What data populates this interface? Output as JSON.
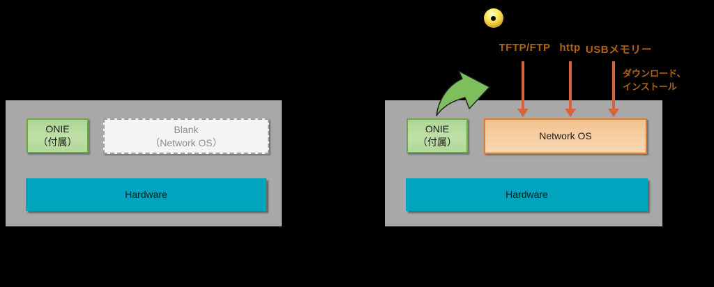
{
  "left_device": {
    "onie": {
      "line1": "ONIE",
      "line2": "（付属）"
    },
    "blank": {
      "line1": "Blank",
      "line2": "（Network OS）"
    },
    "hardware": "Hardware"
  },
  "right_device": {
    "onie": {
      "line1": "ONIE",
      "line2": "（付属）"
    },
    "network_os": "Network OS",
    "hardware": "Hardware"
  },
  "install_sources": {
    "tftp": "TFTP/FTP",
    "http": "http",
    "usb": "USBメモリー"
  },
  "annotation": {
    "line1": "ダウンロード、",
    "line2": "インストール"
  },
  "icons": {
    "gold_sphere": "gold-sphere-bullet",
    "curved_arrow": "curved-arrow-green",
    "down_arrows": "download-arrow"
  },
  "colors": {
    "background": "#000000",
    "chassis_gray": "#a8a8a8",
    "onie_fill": "#b7dc9e",
    "onie_border": "#6ca943",
    "blank_fill": "#f4f4f4",
    "blank_text": "#8c8c8c",
    "network_os_fill": "#f6cda0",
    "network_os_border": "#df7b28",
    "hardware_teal": "#00a4be",
    "label_orange": "#af6414",
    "arrow_orange": "#d5643e",
    "arrow_green": "#7fbe5d"
  }
}
